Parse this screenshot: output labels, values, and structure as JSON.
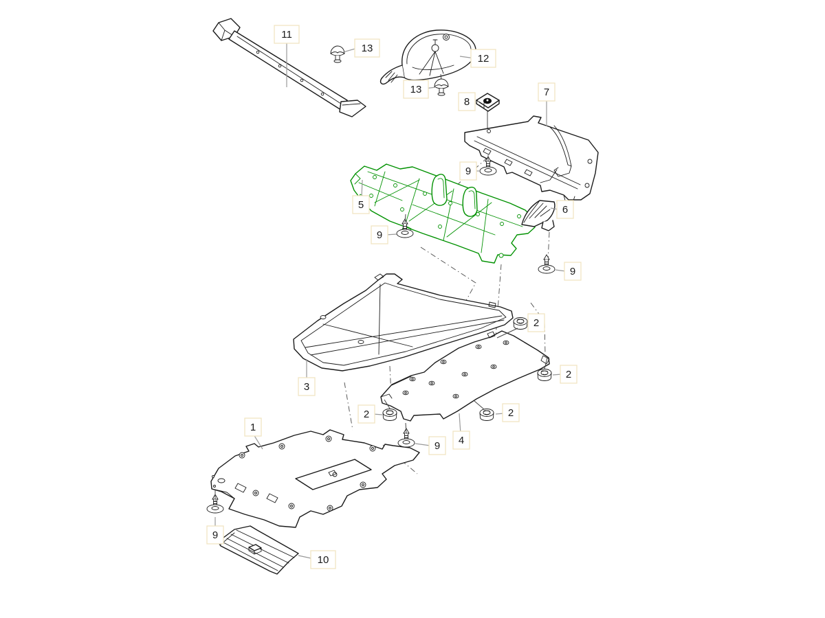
{
  "diagram": {
    "type": "exploded-parts-diagram",
    "highlighted_part": "5",
    "colors": {
      "background": "#ffffff",
      "outline": "#1a1a1a",
      "highlight": "#009100",
      "leader": "#999999",
      "label_box": "#f0e5c2",
      "label_text": "#1a1a1a",
      "link": "#444444"
    },
    "callouts": [
      {
        "text": "11"
      },
      {
        "text": "13"
      },
      {
        "text": "12"
      },
      {
        "text": "13"
      },
      {
        "text": "8"
      },
      {
        "text": "7"
      },
      {
        "text": "9"
      },
      {
        "text": "5"
      },
      {
        "text": "9"
      },
      {
        "text": "6"
      },
      {
        "text": "9"
      },
      {
        "text": "3"
      },
      {
        "text": "2"
      },
      {
        "text": "2"
      },
      {
        "text": "2"
      },
      {
        "text": "2"
      },
      {
        "text": "4"
      },
      {
        "text": "9"
      },
      {
        "text": "1"
      },
      {
        "text": "9"
      },
      {
        "text": "10"
      }
    ]
  }
}
